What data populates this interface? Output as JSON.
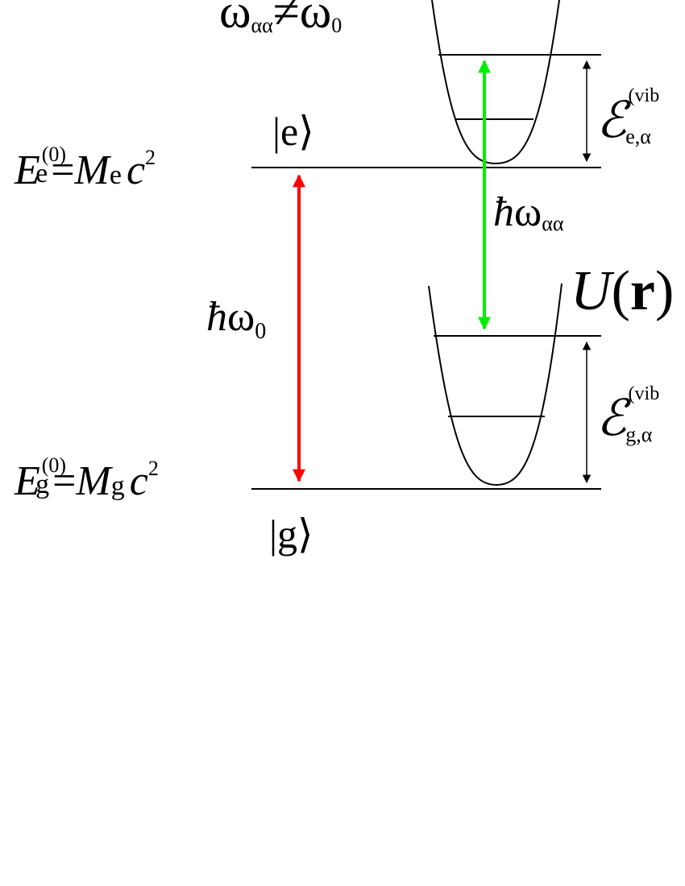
{
  "labels": {
    "top_relation": {
      "omega": "ω",
      "sub_aa": "αα",
      "neq": "≠",
      "omega2": "ω",
      "sub_0": "0"
    },
    "excited_ket": "|e⟩",
    "ground_ket": "|g⟩",
    "excited_energy": {
      "E": "E",
      "sub": "e",
      "sup": "(0)",
      "eq": "=",
      "M": "M",
      "msub": "e",
      "c": "c",
      "exp": "2"
    },
    "ground_energy": {
      "E": "E",
      "sub": "g",
      "sup": "(0)",
      "eq": "=",
      "M": "M",
      "msub": "g",
      "c": "c",
      "exp": "2"
    },
    "transition_red": {
      "hbar": "ħ",
      "omega": "ω",
      "sub": "0"
    },
    "transition_green": {
      "hbar": "ħ",
      "omega": "ω",
      "sub": "αα"
    },
    "potential": {
      "U": "U",
      "open": "(",
      "r": "r",
      "close": ")"
    },
    "vib_excited": {
      "E": "ℰ",
      "sup": "(vib",
      "sub": "e,α"
    },
    "vib_ground": {
      "E": "ℰ",
      "sup": "(vib",
      "sub": "g,α"
    }
  },
  "colors": {
    "line": "#000000",
    "red_arrow": "#ff0000",
    "green_arrow": "#00ee00"
  }
}
